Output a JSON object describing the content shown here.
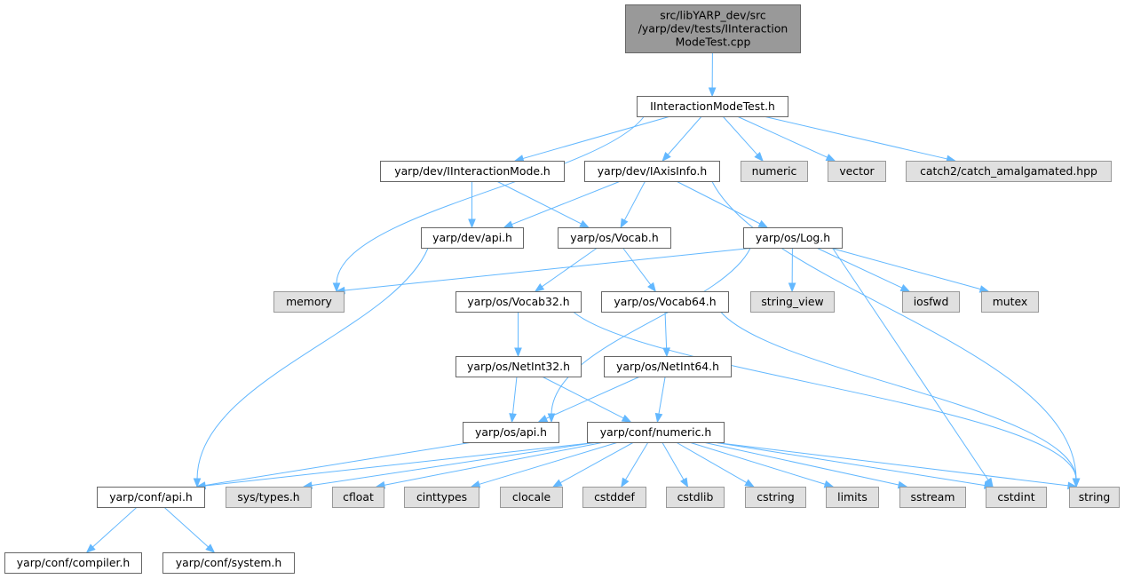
{
  "graph": {
    "nodes": [
      {
        "id": "root",
        "label": "src/libYARP_dev/src\n/yarp/dev/tests/IInteraction\nModeTest.cpp",
        "kind": "root"
      },
      {
        "id": "iimt",
        "label": "IInteractionModeTest.h",
        "kind": "header"
      },
      {
        "id": "memory",
        "label": "memory",
        "kind": "system"
      },
      {
        "id": "iim",
        "label": "yarp/dev/IInteractionMode.h",
        "kind": "header"
      },
      {
        "id": "iai",
        "label": "yarp/dev/IAxisInfo.h",
        "kind": "header"
      },
      {
        "id": "numeric",
        "label": "numeric",
        "kind": "system"
      },
      {
        "id": "vector",
        "label": "vector",
        "kind": "system"
      },
      {
        "id": "catch",
        "label": "catch2/catch_amalgamated.hpp",
        "kind": "system"
      },
      {
        "id": "devapi",
        "label": "yarp/dev/api.h",
        "kind": "header"
      },
      {
        "id": "vocab",
        "label": "yarp/os/Vocab.h",
        "kind": "header"
      },
      {
        "id": "log",
        "label": "yarp/os/Log.h",
        "kind": "header"
      },
      {
        "id": "string",
        "label": "string",
        "kind": "system"
      },
      {
        "id": "vocab32",
        "label": "yarp/os/Vocab32.h",
        "kind": "header"
      },
      {
        "id": "vocab64",
        "label": "yarp/os/Vocab64.h",
        "kind": "header"
      },
      {
        "id": "string_view",
        "label": "string_view",
        "kind": "system"
      },
      {
        "id": "iosfwd",
        "label": "iosfwd",
        "kind": "system"
      },
      {
        "id": "mutex",
        "label": "mutex",
        "kind": "system"
      },
      {
        "id": "netint32",
        "label": "yarp/os/NetInt32.h",
        "kind": "header"
      },
      {
        "id": "netint64",
        "label": "yarp/os/NetInt64.h",
        "kind": "header"
      },
      {
        "id": "osapi",
        "label": "yarp/os/api.h",
        "kind": "header"
      },
      {
        "id": "confnumeric",
        "label": "yarp/conf/numeric.h",
        "kind": "header"
      },
      {
        "id": "cstdint",
        "label": "cstdint",
        "kind": "system"
      },
      {
        "id": "confapi",
        "label": "yarp/conf/api.h",
        "kind": "header"
      },
      {
        "id": "systypes",
        "label": "sys/types.h",
        "kind": "system"
      },
      {
        "id": "cfloat",
        "label": "cfloat",
        "kind": "system"
      },
      {
        "id": "cinttypes",
        "label": "cinttypes",
        "kind": "system"
      },
      {
        "id": "clocale",
        "label": "clocale",
        "kind": "system"
      },
      {
        "id": "cstddef",
        "label": "cstddef",
        "kind": "system"
      },
      {
        "id": "cstdlib",
        "label": "cstdlib",
        "kind": "system"
      },
      {
        "id": "cstring",
        "label": "cstring",
        "kind": "system"
      },
      {
        "id": "limits",
        "label": "limits",
        "kind": "system"
      },
      {
        "id": "sstream",
        "label": "sstream",
        "kind": "system"
      },
      {
        "id": "compiler",
        "label": "yarp/conf/compiler.h",
        "kind": "header"
      },
      {
        "id": "system",
        "label": "yarp/conf/system.h",
        "kind": "header"
      }
    ],
    "edges": [
      [
        "root",
        "iimt"
      ],
      [
        "iimt",
        "memory"
      ],
      [
        "iimt",
        "iim"
      ],
      [
        "iimt",
        "iai"
      ],
      [
        "iimt",
        "numeric"
      ],
      [
        "iimt",
        "vector"
      ],
      [
        "iimt",
        "catch"
      ],
      [
        "iim",
        "devapi"
      ],
      [
        "iim",
        "vocab"
      ],
      [
        "iai",
        "devapi"
      ],
      [
        "iai",
        "vocab"
      ],
      [
        "iai",
        "log"
      ],
      [
        "iai",
        "string"
      ],
      [
        "devapi",
        "confapi"
      ],
      [
        "vocab",
        "vocab32"
      ],
      [
        "vocab",
        "vocab64"
      ],
      [
        "log",
        "memory"
      ],
      [
        "log",
        "osapi"
      ],
      [
        "log",
        "string_view"
      ],
      [
        "log",
        "iosfwd"
      ],
      [
        "log",
        "mutex"
      ],
      [
        "log",
        "cstdint"
      ],
      [
        "vocab32",
        "netint32"
      ],
      [
        "vocab32",
        "string"
      ],
      [
        "vocab64",
        "netint64"
      ],
      [
        "vocab64",
        "string"
      ],
      [
        "netint32",
        "osapi"
      ],
      [
        "netint32",
        "confnumeric"
      ],
      [
        "netint64",
        "osapi"
      ],
      [
        "netint64",
        "confnumeric"
      ],
      [
        "osapi",
        "confapi"
      ],
      [
        "confnumeric",
        "confapi"
      ],
      [
        "confnumeric",
        "systypes"
      ],
      [
        "confnumeric",
        "cfloat"
      ],
      [
        "confnumeric",
        "cinttypes"
      ],
      [
        "confnumeric",
        "clocale"
      ],
      [
        "confnumeric",
        "cstddef"
      ],
      [
        "confnumeric",
        "cstdlib"
      ],
      [
        "confnumeric",
        "cstring"
      ],
      [
        "confnumeric",
        "limits"
      ],
      [
        "confnumeric",
        "sstream"
      ],
      [
        "confnumeric",
        "cstdint"
      ],
      [
        "confnumeric",
        "string"
      ],
      [
        "confapi",
        "compiler"
      ],
      [
        "confapi",
        "system"
      ]
    ]
  }
}
